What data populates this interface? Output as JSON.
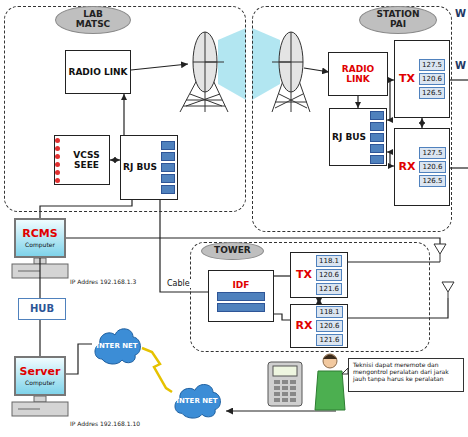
{
  "diagram": {
    "nodes": [
      {
        "text": [
          "LAB MATSC"
        ]
      },
      {
        "text": [
          "RADIO LINK"
        ],
        "in": 0
      },
      {
        "text": [
          "VCSS SEEE"
        ],
        "in": 0
      },
      {
        "text": [
          "RJ BUS"
        ],
        "in": 0
      },
      {
        "text": [
          "STATION PAI"
        ]
      },
      {
        "text": [
          "RADIO LINK"
        ],
        "in": 4
      },
      {
        "text": [
          "RJ BUS"
        ],
        "in": 4
      },
      {
        "text": [
          "TX",
          "127.5",
          "120.6",
          "126.5"
        ],
        "in": 4
      },
      {
        "text": [
          "RX",
          "127.5",
          "120.6",
          "126.5"
        ],
        "in": 4
      },
      {
        "text": [
          "RCMS",
          "Computer"
        ]
      },
      {
        "text": [
          "TOWER"
        ]
      },
      {
        "text": [
          "IDF"
        ],
        "in": 10
      },
      {
        "text": [
          "TX",
          "118.1",
          "120.6",
          "121.6"
        ],
        "in": 10
      },
      {
        "text": [
          "RX",
          "118.1",
          "120.6",
          "121.6"
        ],
        "in": 10
      },
      {
        "text": [
          "HUB"
        ]
      },
      {
        "text": [
          "INTER NET"
        ]
      },
      {
        "text": [
          "Server",
          "Computer"
        ]
      },
      {
        "text": [
          "INTER NET"
        ]
      },
      {
        "text": [
          "Teknisi dapat meremote dan mengontrol peralatan dari jarak jauh tanpa harus ke peralatan"
        ]
      }
    ],
    "edges": [
      {
        "from": 3,
        "to": 1,
        "arrow": "to"
      },
      {
        "from": 2,
        "to": 3,
        "arrow": "both"
      },
      {
        "from": 5,
        "to": 6,
        "arrow": "to"
      },
      {
        "from": 6,
        "to": 7,
        "arrow": "both"
      },
      {
        "from": 6,
        "to": 8,
        "arrow": "both"
      },
      {
        "from": 7,
        "to": 8,
        "arrow": "both"
      },
      {
        "from": 3,
        "to": 11,
        "label": "Cable",
        "arrow": "none"
      },
      {
        "from": 9,
        "to": 3,
        "arrow": "none"
      },
      {
        "from": 9,
        "to": 14,
        "arrow": "none"
      },
      {
        "from": 14,
        "to": 16,
        "arrow": "none"
      },
      {
        "from": 16,
        "to": 15,
        "arrow": "none"
      },
      {
        "from": 15,
        "to": 17,
        "arrow": "none"
      },
      {
        "from": 11,
        "to": 12,
        "arrow": "none"
      },
      {
        "from": 11,
        "to": 13,
        "arrow": "none"
      },
      {
        "from": 12,
        "to": 13,
        "arrow": "both"
      }
    ],
    "labels": [
      "IP Addres 192.168.1.3",
      "IP Addres 192.168.1.10",
      "W",
      "W"
    ]
  }
}
